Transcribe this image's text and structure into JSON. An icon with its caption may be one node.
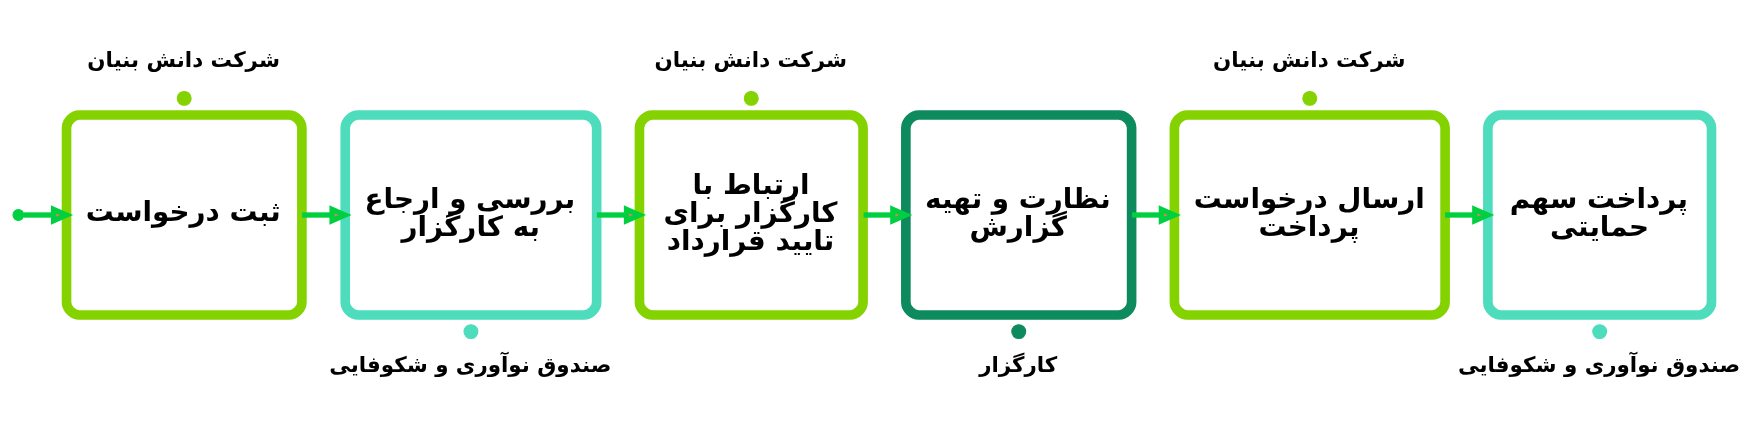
{
  "diagram": {
    "nodes": [
      {
        "text": [
          "ثبت درخواست"
        ],
        "beside": [
          "شرکت دانش بنیان"
        ]
      },
      {
        "text": [
          "بررسی و ارجاع به کارگزار"
        ],
        "beside": [
          "صندوق نوآوری و شکوفایی"
        ]
      },
      {
        "text": [
          "ارتباط با کارگزار برای تایید قرارداد"
        ],
        "beside": [
          "شرکت دانش بنیان"
        ]
      },
      {
        "text": [
          "نظارت و تهیه گزارش"
        ],
        "beside": [
          "کارگزار"
        ]
      },
      {
        "text": [
          "ارسال درخواست پرداخت"
        ],
        "beside": [
          "شرکت دانش بنیان"
        ]
      },
      {
        "text": [
          "پرداخت سهم حمایتی"
        ],
        "beside": [
          "صندوق نوآوری و شکوفایی"
        ]
      }
    ],
    "edges": [
      {
        "from": null,
        "to": 0,
        "arrow": "to"
      },
      {
        "from": 0,
        "to": 1,
        "arrow": "to"
      },
      {
        "from": 1,
        "to": 2,
        "arrow": "to"
      },
      {
        "from": 2,
        "to": 3,
        "arrow": "to"
      },
      {
        "from": 3,
        "to": 4,
        "arrow": "to"
      },
      {
        "from": 4,
        "to": 5,
        "arrow": "to"
      }
    ]
  }
}
